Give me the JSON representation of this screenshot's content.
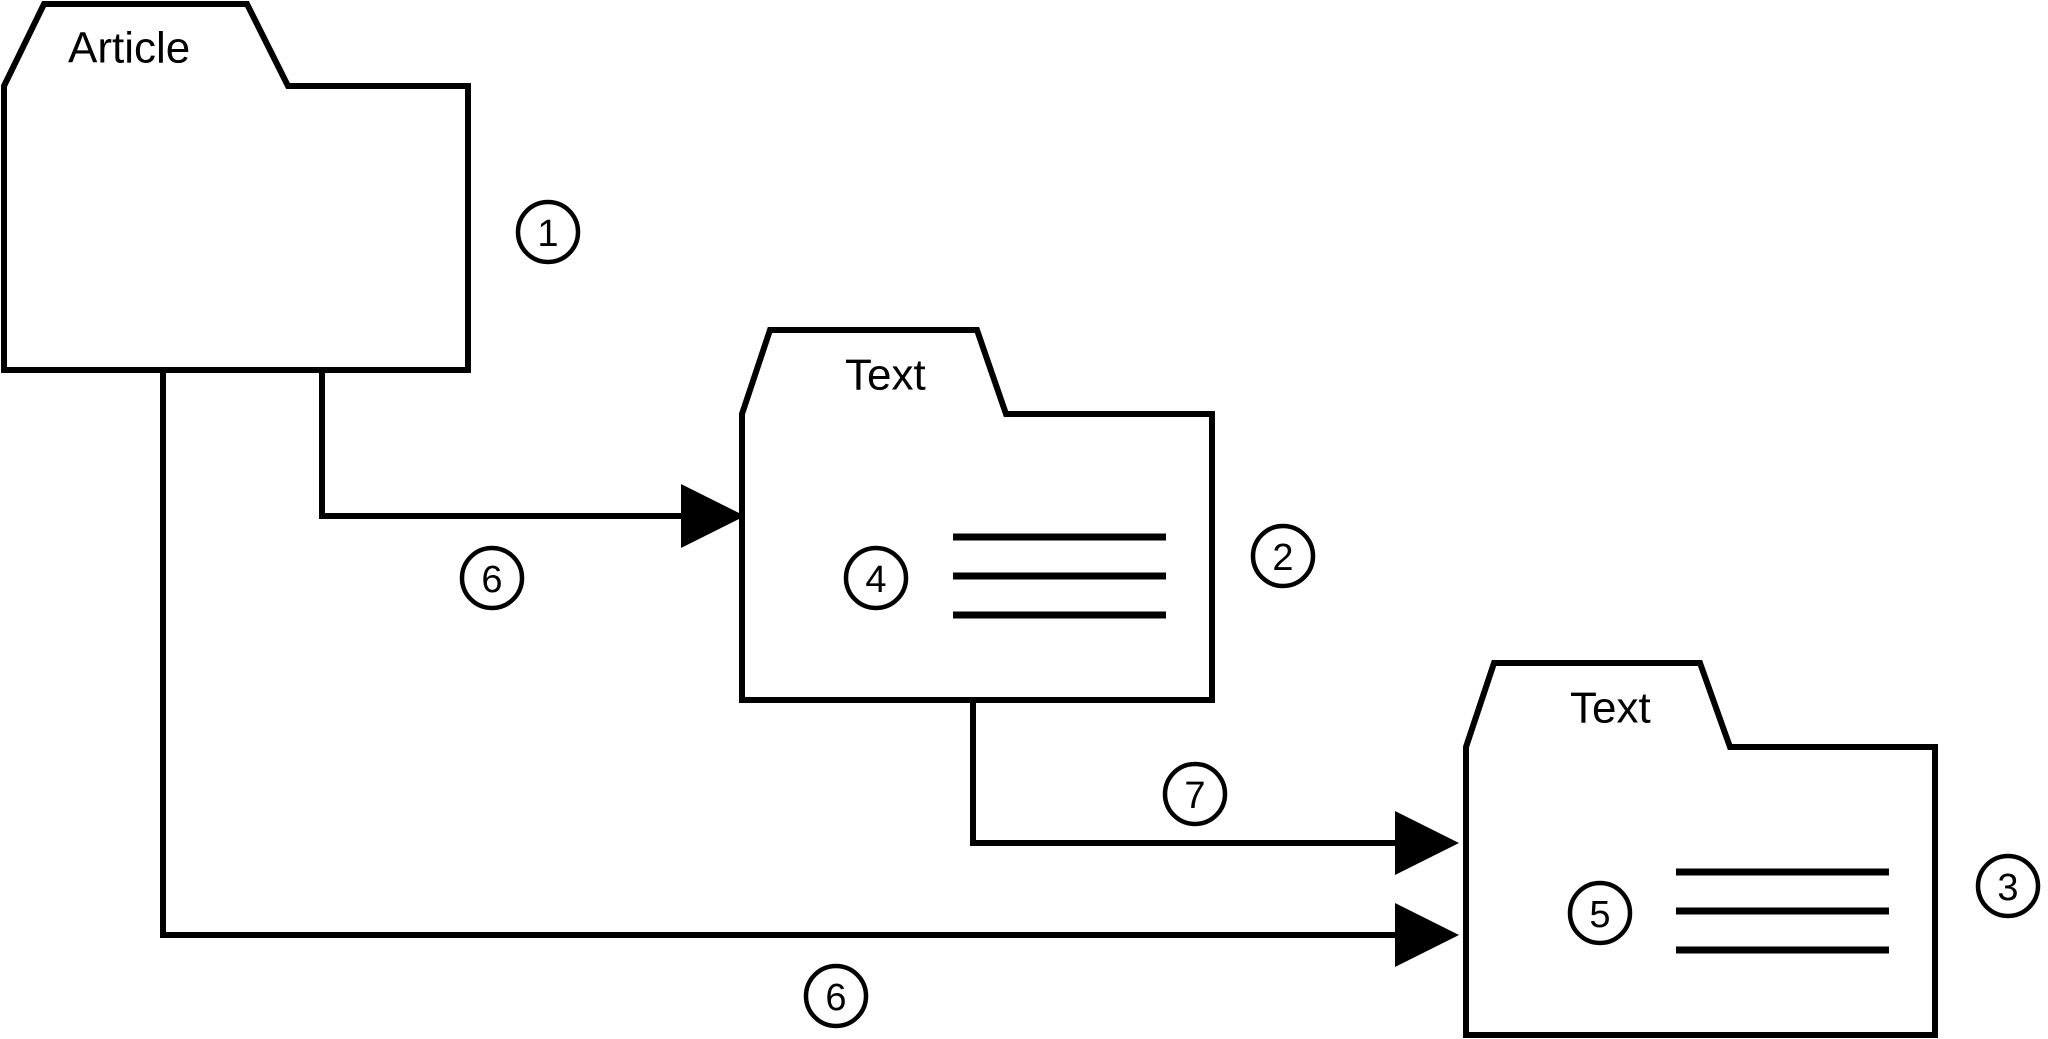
{
  "diagram": {
    "type": "flow-diagram",
    "background_color": "#ffffff",
    "stroke_color": "#000000",
    "nodes": [
      {
        "id": "article-folder",
        "label": "Article",
        "badge": "1",
        "shape": "folder",
        "has_content_lines": false,
        "inner_badge": null
      },
      {
        "id": "text-folder-middle",
        "label": "Text",
        "badge": "2",
        "shape": "folder",
        "has_content_lines": true,
        "inner_badge": "4"
      },
      {
        "id": "text-folder-right",
        "label": "Text",
        "badge": "3",
        "shape": "folder",
        "has_content_lines": true,
        "inner_badge": "5"
      }
    ],
    "edges": [
      {
        "id": "article-to-middle",
        "label": "6",
        "from": "article-folder",
        "to": "text-folder-middle"
      },
      {
        "id": "middle-to-right",
        "label": "7",
        "from": "text-folder-middle",
        "to": "text-folder-right"
      },
      {
        "id": "article-to-right",
        "label": "6",
        "from": "article-folder",
        "to": "text-folder-right"
      }
    ]
  }
}
